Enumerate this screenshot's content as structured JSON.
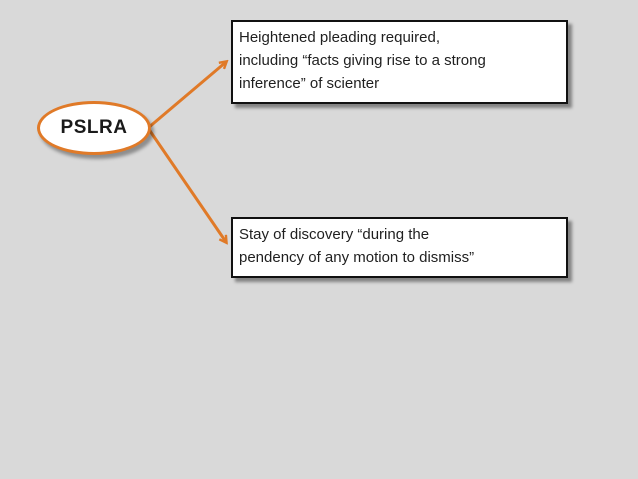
{
  "diagram": {
    "root": {
      "label": "PSLRA"
    },
    "children": [
      {
        "lines": [
          "Heightened pleading required,",
          "including “facts giving rise to a strong",
          "inference” of scienter"
        ]
      },
      {
        "lines": [
          "Stay of discovery “during the",
          "pendency of any motion to dismiss”"
        ]
      }
    ]
  },
  "colors": {
    "background": "#d9d9d9",
    "accent": "#e07a28",
    "box_border": "#111111"
  }
}
